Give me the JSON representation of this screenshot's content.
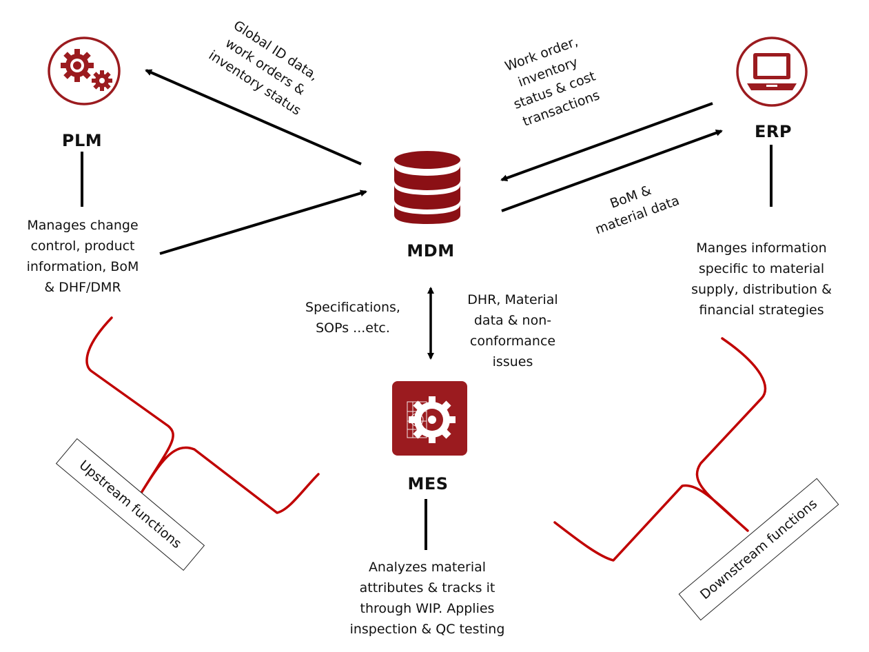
{
  "nodes": {
    "plm": {
      "label": "PLM",
      "description": [
        "Manages change",
        "control, product",
        "information, BoM",
        "& DHF/DMR"
      ]
    },
    "mdm": {
      "label": "MDM"
    },
    "erp": {
      "label": "ERP",
      "description": [
        "Manges information",
        "specific to material",
        "supply, distribution &",
        "financial strategies"
      ]
    },
    "mes": {
      "label": "MES",
      "description": [
        "Analyzes material",
        "attributes & tracks it",
        "through WIP. Applies",
        "inspection & QC testing"
      ]
    }
  },
  "flows": {
    "mdm_to_plm": [
      "Global ID data,",
      "work orders &",
      "inventory status"
    ],
    "erp_to_mdm": [
      "Work order,",
      "inventory",
      "status & cost",
      "transactions"
    ],
    "mdm_to_erp": [
      "BoM &",
      "material data"
    ],
    "mdm_mes_left": [
      "Specifications,",
      "SOPs ...etc."
    ],
    "mes_to_mdm": [
      "DHR, Material",
      "data & non-",
      "conformance",
      "issues"
    ]
  },
  "groups": {
    "upstream": "Upstream functions",
    "downstream": "Downstream functions"
  },
  "colors": {
    "accent": "#9b1b1f",
    "accent_dark": "#7a1014",
    "brace": "#c00000",
    "line": "#000000"
  },
  "icons": {
    "plm": "gears-icon",
    "mdm": "database-icon",
    "erp": "laptop-icon",
    "mes": "gear-blueprint-icon"
  }
}
